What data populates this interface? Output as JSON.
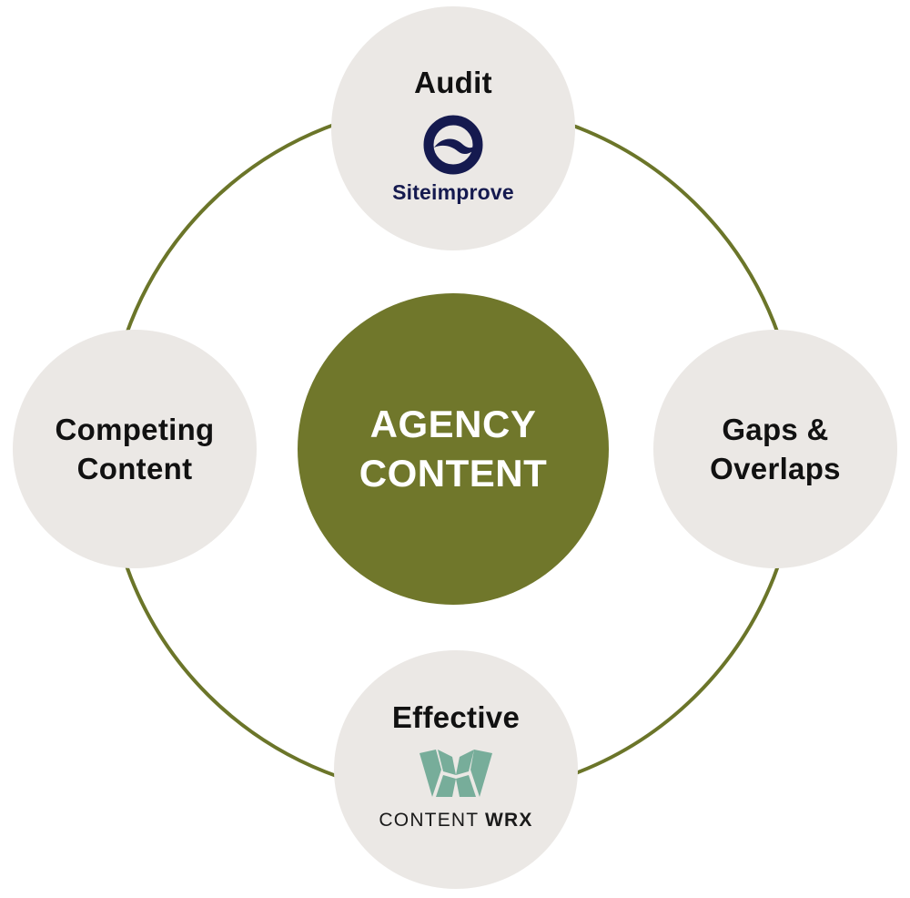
{
  "center": {
    "line1": "AGENCY",
    "line2": "CONTENT",
    "color": "#70772b"
  },
  "ring_color": "#6b7529",
  "node_fill": "#ebe8e5",
  "nodes": {
    "top": {
      "label": "Audit",
      "logo": {
        "icon": "siteimprove-icon",
        "text": "Siteimprove",
        "color": "#151a4f"
      }
    },
    "left": {
      "line1": "Competing",
      "line2": "Content"
    },
    "right": {
      "line1": "Gaps &",
      "line2": "Overlaps"
    },
    "bottom": {
      "label": "Effective",
      "logo": {
        "icon": "contentwrx-icon",
        "text_regular": "CONTENT ",
        "text_bold": "WRX",
        "color": "#77ad9a"
      }
    }
  }
}
